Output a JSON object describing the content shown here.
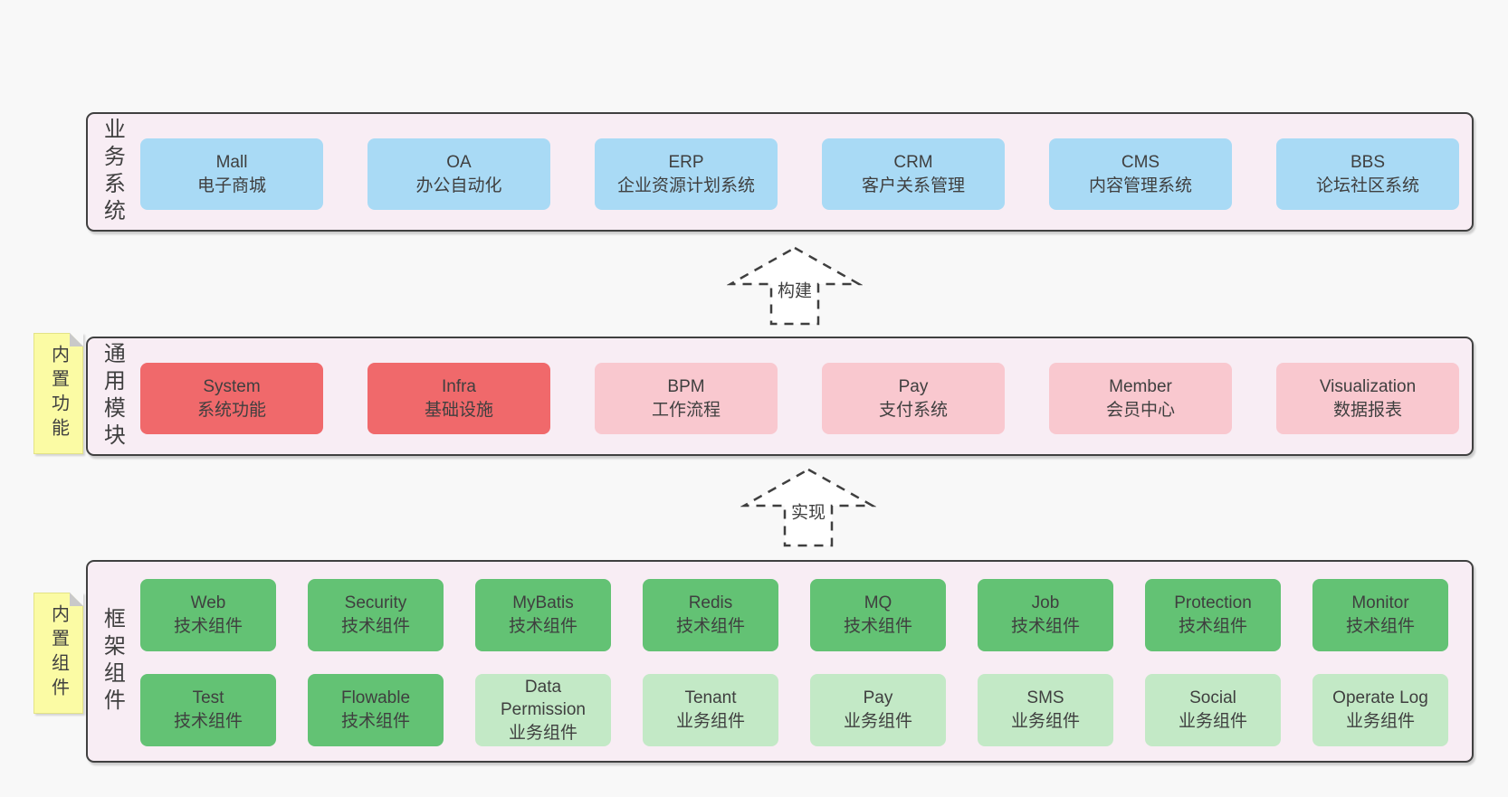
{
  "bands": [
    {
      "label": "业务系统",
      "boxes": [
        {
          "title": "Mall",
          "subtitle": "电子商城"
        },
        {
          "title": "OA",
          "subtitle": "办公自动化"
        },
        {
          "title": "ERP",
          "subtitle": "企业资源计划系统"
        },
        {
          "title": "CRM",
          "subtitle": "客户关系管理"
        },
        {
          "title": "CMS",
          "subtitle": "内容管理系统"
        },
        {
          "title": "BBS",
          "subtitle": "论坛社区系统"
        }
      ]
    },
    {
      "label": "通用模块",
      "note": "内置功能",
      "boxes": [
        {
          "title": "System",
          "subtitle": "系统功能"
        },
        {
          "title": "Infra",
          "subtitle": "基础设施"
        },
        {
          "title": "BPM",
          "subtitle": "工作流程"
        },
        {
          "title": "Pay",
          "subtitle": "支付系统"
        },
        {
          "title": "Member",
          "subtitle": "会员中心"
        },
        {
          "title": "Visualization",
          "subtitle": "数据报表"
        }
      ]
    },
    {
      "label": "框架组件",
      "note": "内置组件",
      "rows": [
        [
          {
            "title": "Web",
            "subtitle": "技术组件"
          },
          {
            "title": "Security",
            "subtitle": "技术组件"
          },
          {
            "title": "MyBatis",
            "subtitle": "技术组件"
          },
          {
            "title": "Redis",
            "subtitle": "技术组件"
          },
          {
            "title": "MQ",
            "subtitle": "技术组件"
          },
          {
            "title": "Job",
            "subtitle": "技术组件"
          },
          {
            "title": "Protection",
            "subtitle": "技术组件"
          },
          {
            "title": "Monitor",
            "subtitle": "技术组件"
          }
        ],
        [
          {
            "title": "Test",
            "subtitle": "技术组件"
          },
          {
            "title": "Flowable",
            "subtitle": "技术组件"
          },
          {
            "title": "Data Permission",
            "subtitle": "业务组件"
          },
          {
            "title": "Tenant",
            "subtitle": "业务组件"
          },
          {
            "title": "Pay",
            "subtitle": "业务组件"
          },
          {
            "title": "SMS",
            "subtitle": "业务组件"
          },
          {
            "title": "Social",
            "subtitle": "业务组件"
          },
          {
            "title": "Operate Log",
            "subtitle": "业务组件"
          }
        ]
      ]
    }
  ],
  "arrows": [
    {
      "label": "构建"
    },
    {
      "label": "实现"
    }
  ],
  "colors": {
    "page_bg": "#f8f8f8",
    "band_fill": "#f8edf4",
    "band_border": "#404040",
    "business_box": "#a9daf5",
    "module_core_box": "#f0696b",
    "module_box": "#f9c8cf",
    "tech_component_box": "#63c274",
    "biz_component_box": "#c3e9c6",
    "note_fill": "#fbfba4",
    "note_fold": "#c9c9c9",
    "arrow_stroke": "#3f3f3f",
    "text": "#3f3f3f"
  }
}
